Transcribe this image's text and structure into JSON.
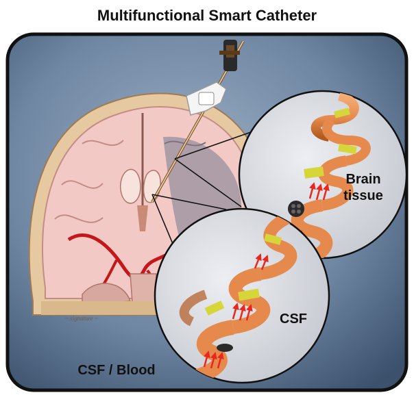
{
  "title": "Multifunctional Smart Catheter",
  "labels": {
    "brain_tissue_line1": "Brain",
    "brain_tissue_line2": "tissue",
    "csf": "CSF",
    "csf_blood": "CSF / Blood"
  },
  "colors": {
    "panel_bg_center": "#8da1b8",
    "panel_bg_edge": "#3f5570",
    "panel_border": "#111111",
    "skull": "#e6c9a0",
    "brain_tissue": "#f2c9c4",
    "brain_gray": "#9c93a0",
    "ventricle": "#c98b78",
    "vessel": "#c4171c",
    "catheter_ribbon": "#e58a4c",
    "catheter_ribbon_dark": "#b35a22",
    "sensor_patch": "#d6d63a",
    "arrow": "#e8281e",
    "circle_fill": "#d9dbe0"
  },
  "icons": [
    "catheter-hub-icon",
    "sensor-patch-icon",
    "flow-arrow-icon"
  ]
}
